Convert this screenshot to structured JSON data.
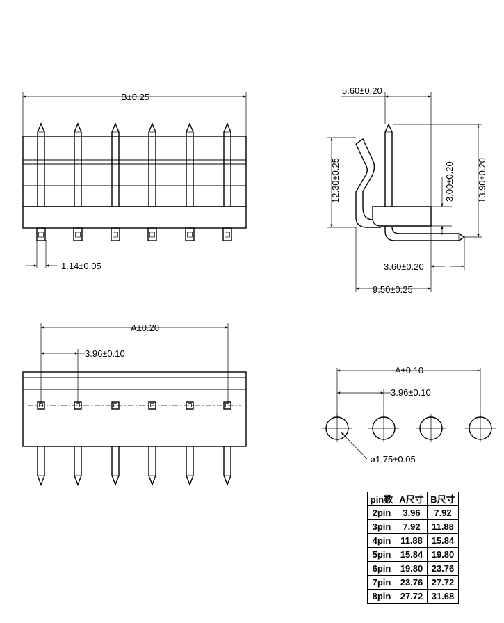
{
  "dimensions": {
    "b_width": "B±0.25",
    "pin_width": "1.14±0.05",
    "side_top": "5.60±0.20",
    "side_left_height": "12.30±0.25",
    "side_inner_height": "3.00±0.20",
    "side_total_height": "13.90±0.20",
    "side_tail": "3.60±0.20",
    "side_depth": "9.50±0.25",
    "front_a": "A±0.20",
    "front_pitch": "3.96±0.10",
    "pcb_a": "A±0.10",
    "pcb_pitch": "3.96±0.10",
    "pcb_hole": "ø1.75±0.05"
  },
  "table": {
    "headers": [
      "pin数",
      "A尺寸",
      "B尺寸"
    ],
    "rows": [
      [
        "2pin",
        "3.96",
        "7.92"
      ],
      [
        "3pin",
        "7.92",
        "11.88"
      ],
      [
        "4pin",
        "11.88",
        "15.84"
      ],
      [
        "5pin",
        "15.84",
        "19.80"
      ],
      [
        "6pin",
        "19.80",
        "23.76"
      ],
      [
        "7pin",
        "23.76",
        "27.72"
      ],
      [
        "8pin",
        "27.72",
        "31.68"
      ]
    ]
  }
}
